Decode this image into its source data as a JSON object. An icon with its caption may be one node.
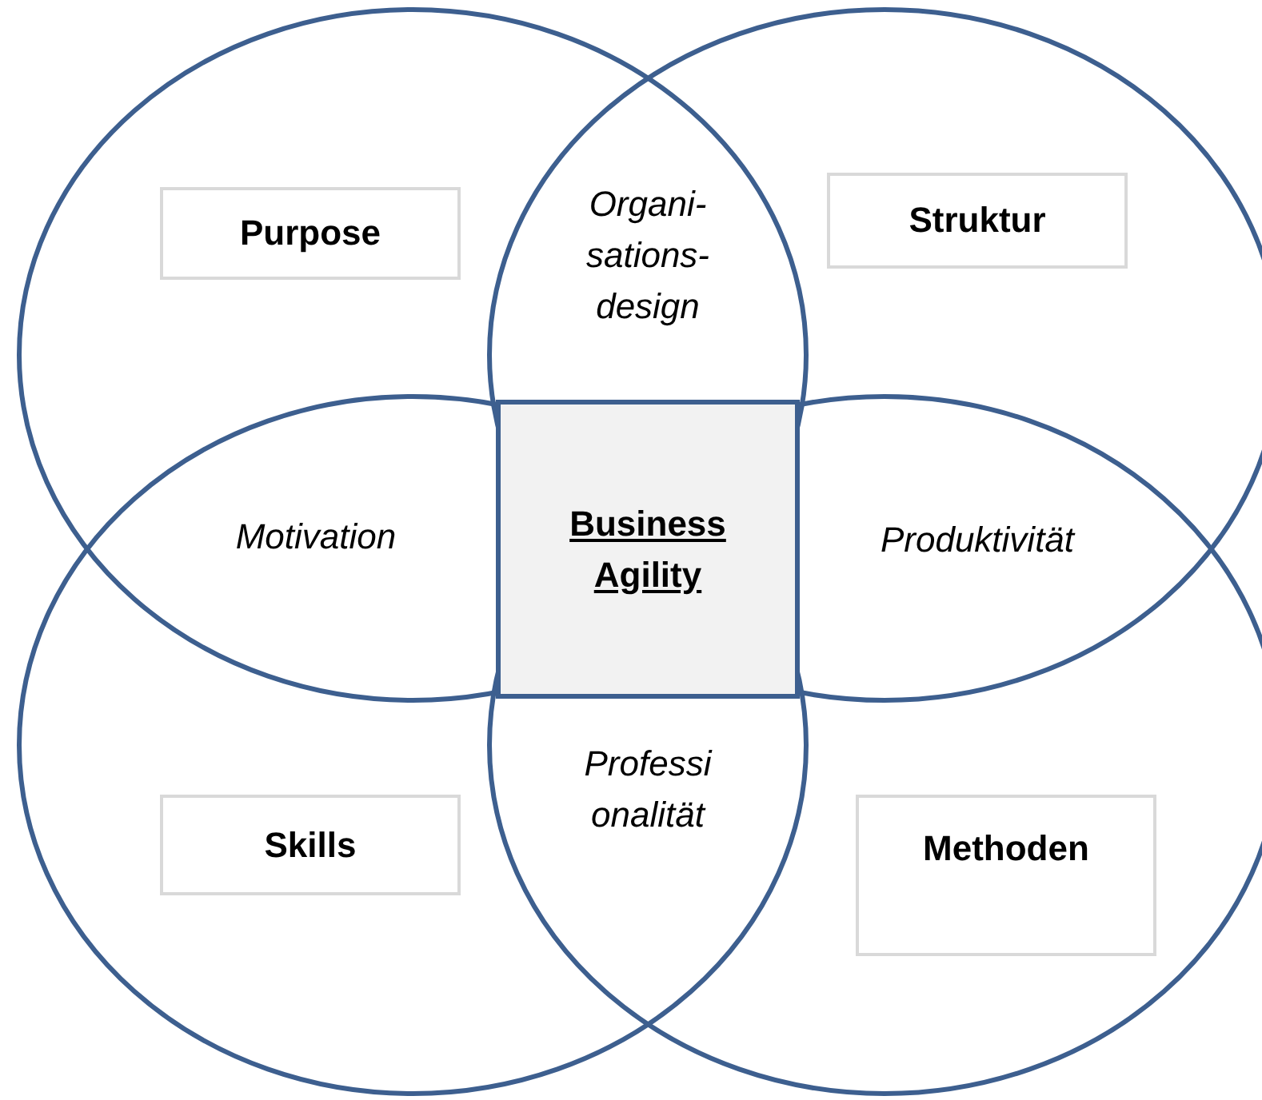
{
  "diagram": {
    "nodes": [
      {
        "text": [
          "Purpose"
        ]
      },
      {
        "text": [
          "Struktur"
        ]
      },
      {
        "text": [
          "Skills"
        ]
      },
      {
        "text": [
          "Methoden"
        ]
      },
      {
        "text": [
          "Business Agility"
        ]
      }
    ],
    "labels": [
      "Organi-sations-design",
      "Motivation",
      "Produktivität",
      "Professi onalität"
    ]
  }
}
